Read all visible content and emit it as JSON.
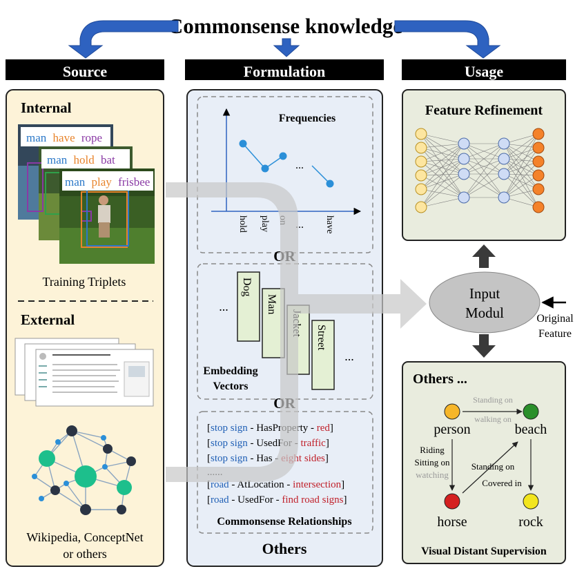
{
  "title": "Commonsense knowledge",
  "headers": {
    "source": "Source",
    "formulation": "Formulation",
    "usage": "Usage"
  },
  "source": {
    "internal_label": "Internal",
    "triplets": [
      {
        "subject": "man",
        "predicate": "have",
        "object": "rope"
      },
      {
        "subject": "man",
        "predicate": "hold",
        "object": "bat"
      },
      {
        "subject": "man",
        "predicate": "play",
        "object": "frisbee"
      }
    ],
    "training_caption": "Training Triplets",
    "external_label": "External",
    "external_caption_line1": "Wikipedia, ConceptNet",
    "external_caption_line2": "or others"
  },
  "formulation": {
    "frequencies": {
      "title": "Frequencies",
      "x_labels": [
        "hold",
        "play",
        "on",
        "...",
        "have"
      ],
      "ellipsis": "..."
    },
    "or_1": "OR",
    "embedding": {
      "words": [
        "Dog",
        "Man",
        "Jacket",
        "Street"
      ],
      "ellipsis_left": "...",
      "ellipsis_right": "...",
      "label_line1": "Embedding",
      "label_line2": "Vectors"
    },
    "or_2": "OR",
    "relationships": {
      "items": [
        {
          "head": "stop sign",
          "rel": "HasProperty",
          "tail": "red"
        },
        {
          "head": "stop sign",
          "rel": "UsedFor",
          "tail": "traffic"
        },
        {
          "head": "stop sign",
          "rel": "Has",
          "tail": "eight sides"
        },
        {
          "head": "road",
          "rel": "AtLocation",
          "tail": "intersection"
        },
        {
          "head": "road",
          "rel": "UsedFor",
          "tail": "find road signs"
        }
      ],
      "dots": "......",
      "label": "Commonsense Relationships"
    },
    "others": "Others"
  },
  "usage": {
    "feature_refinement": "Feature Refinement",
    "input_module_line1": "Input",
    "input_module_line2": "Modul",
    "original_feature_line1": "Original",
    "original_feature_line2": "Feature",
    "others_title": "Others ...",
    "graph": {
      "nodes": [
        "person",
        "beach",
        "horse",
        "rock"
      ],
      "edge_standing_on": "Standing on",
      "edge_walking_on": "walking on",
      "edge_riding": "Riding",
      "edge_sitting_on": "Sitting on",
      "edge_watching": "watching",
      "edge_standing_on_2": "Standing on",
      "edge_covered_in": "Covered in"
    },
    "visual_distant_supervision": "Visual Distant Supervision"
  },
  "colors": {
    "header_bg": "#000000",
    "arrow_blue": "#2e62c0",
    "source_panel": "#fdf3d8",
    "formulation_panel": "#e8eef7",
    "usage_panel": "#e9ecde",
    "subject_blue": "#2b78c8",
    "predicate_orange": "#e8832a",
    "object_purple": "#8a3aa5",
    "relation_blue": "#1f5fb5",
    "relation_red": "#c0202a",
    "node_person": "#f6b62a",
    "node_beach": "#2a8f2a",
    "node_horse": "#d42020",
    "node_rock": "#f2e51e"
  }
}
